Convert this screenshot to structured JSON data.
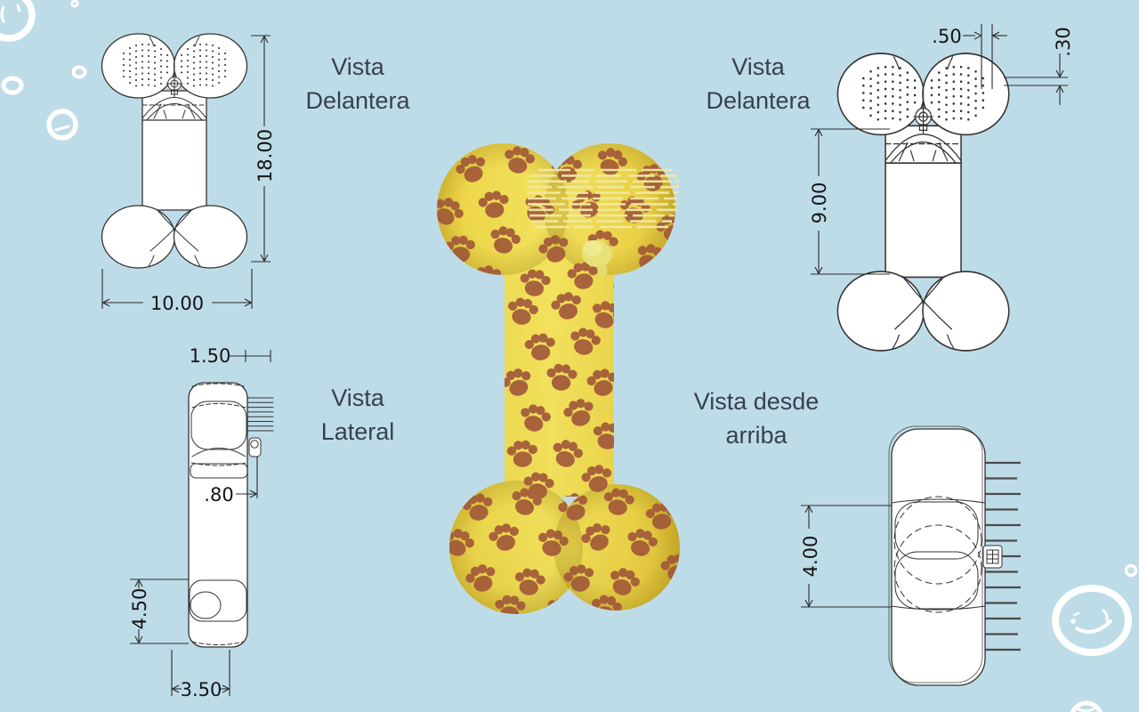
{
  "colors": {
    "background": "#BEDCE8",
    "line": "#333333",
    "dim_text": "#141414",
    "label_text": "#37424C",
    "bone_yellow": "#EFD94B",
    "bone_yellow_dark": "#D2B42F",
    "bone_yellow_light": "#F4E45F",
    "paw_brown": "#A2593A",
    "bristle_pale": "#F1E9A2",
    "knob_yellow": "#E7E178",
    "doodle_white": "#FFFFFF"
  },
  "views": {
    "front_left": {
      "label": [
        "Vista",
        "Delantera"
      ],
      "dims": {
        "height": "18.00",
        "width": "10.00"
      }
    },
    "front_right": {
      "label": [
        "Vista",
        "Delantera"
      ],
      "dims": {
        "bristle_offset": ".50",
        "bristle_row_gap": ".30",
        "body_height": "9.00"
      }
    },
    "side": {
      "label": [
        "Vista",
        "Lateral"
      ],
      "dims": {
        "bristle_length": "1.50",
        "knob_offset": ".80",
        "bottom_lobe_height": "4.50",
        "depth": "3.50"
      }
    },
    "top": {
      "label": [
        "Vista desde",
        "arriba"
      ],
      "dims": {
        "width": "4.00"
      }
    }
  }
}
